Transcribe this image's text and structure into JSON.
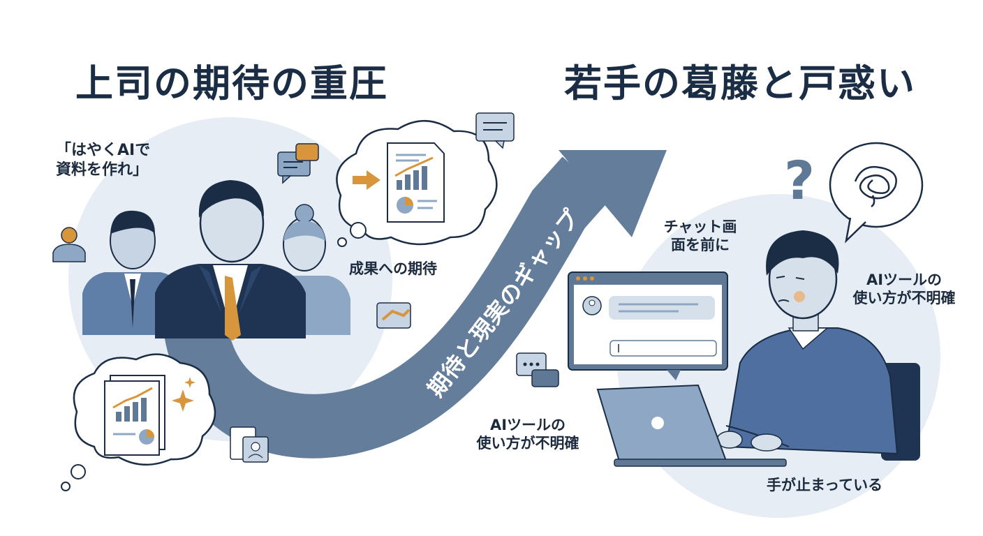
{
  "left_title": "上司の期待の重圧",
  "right_title": "若手の葛藤と戸惑い",
  "boss_quote": "「はやくAIで\n資料を作れ」",
  "expectation_label": "成果への期待",
  "gap_label": "期待と現実のギャップ",
  "chat_screen_label": "チャット画\n面を前に",
  "unclear_tool_label_right": "AIツールの\n使い方が不明確",
  "unclear_tool_label_center": "AIツールの\n使い方が不明確",
  "hands_stopped_label": "手が止まっている",
  "colors": {
    "navy": "#1b2d45",
    "slate_blue": "#5f7896",
    "light_blue_bg": "#e6edf5",
    "accent_orange": "#d8963c",
    "sweater_blue": "#4e6f9f"
  },
  "icons": [
    "user-badge-icon",
    "chat-bubble-icon",
    "document-chart-icon",
    "arrow-right-icon",
    "handshake-icon",
    "sparkle-icon",
    "id-card-icon",
    "question-mark-icon",
    "tangled-thought-icon",
    "chat-window-icon",
    "laptop-icon"
  ]
}
